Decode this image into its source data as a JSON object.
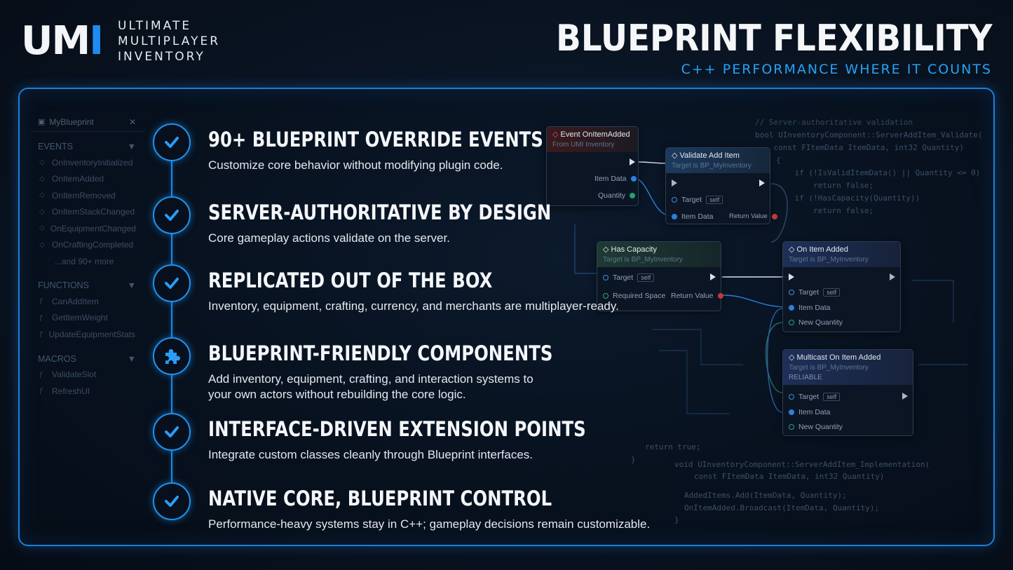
{
  "header": {
    "logo_mark_white": "UM",
    "logo_mark_blue": "I",
    "logo_lines": [
      "ULTIMATE",
      "MULTIPLAYER",
      "INVENTORY"
    ],
    "title": "BLUEPRINT FLEXIBILITY",
    "subtitle": "C++ PERFORMANCE WHERE IT COUNTS"
  },
  "sidebar": {
    "tab": "MyBlueprint",
    "close": "✕",
    "sections": [
      {
        "label": "EVENTS",
        "items": [
          "OnInventoryInitialized",
          "OnItemAdded",
          "OnItemRemoved",
          "OnItemStackChanged",
          "OnEquipmentChanged",
          "OnCraftingCompleted"
        ],
        "more": "...and 90+ more"
      },
      {
        "label": "FUNCTIONS",
        "items": [
          "CanAddItem",
          "GetItemWeight",
          "UpdateEquipmentStats"
        ]
      },
      {
        "label": "MACROS",
        "items": [
          "ValidateSlot",
          "RefreshUI"
        ]
      }
    ]
  },
  "features": [
    {
      "icon": "check",
      "title": "90+ BLUEPRINT OVERRIDE EVENTS",
      "desc": [
        "Customize core behavior without modifying plugin code."
      ]
    },
    {
      "icon": "check",
      "title": "SERVER-AUTHORITATIVE BY DESIGN",
      "desc": [
        "Core gameplay actions validate on the server."
      ]
    },
    {
      "icon": "check",
      "title": "REPLICATED OUT OF THE BOX",
      "desc": [
        "Inventory, equipment, crafting, currency, and merchants are multiplayer-ready."
      ]
    },
    {
      "icon": "puzzle",
      "title": "BLUEPRINT-FRIENDLY COMPONENTS",
      "desc": [
        "Add inventory, equipment, crafting, and interaction systems to",
        "your own actors without rebuilding the core logic."
      ]
    },
    {
      "icon": "check",
      "title": "INTERFACE-DRIVEN EXTENSION POINTS",
      "desc": [
        "Integrate custom classes cleanly through Blueprint interfaces."
      ]
    },
    {
      "icon": "check",
      "title": "NATIVE CORE, BLUEPRINT CONTROL",
      "desc": [
        "Performance-heavy systems stay in C++; gameplay decisions remain customizable."
      ]
    }
  ],
  "code": {
    "top": [
      "// Server-authoritative validation",
      "bool UInventoryComponent::ServerAddItem_Validate(",
      "    const FItemData ItemData, int32 Quantity)",
      "{",
      "",
      "    if (!IsValidItemData() || Quantity <= 0)",
      "        return false;",
      "",
      "    if (!HasCapacity(Quantity))",
      "        return false;"
    ],
    "bottom": [
      "return true;",
      "}",
      "void UInventoryComponent::ServerAddItem_Implementation(",
      "const FItemData ItemData, int32 Quantity)",
      "AddedItems.Add(ItemData, Quantity);",
      "OnItemAdded.Broadcast(ItemData, Quantity);",
      "}"
    ]
  },
  "nodes": {
    "event": {
      "title": "Event OnItemAdded",
      "sub": "From UMI Inventory",
      "pins": [
        "Item Data",
        "Quantity"
      ]
    },
    "validate": {
      "title": "Validate Add Item",
      "sub": "Target is BP_MyInventory",
      "target": "Target",
      "self": "self",
      "item_data": "Item Data",
      "return": "Return Value"
    },
    "capacity": {
      "title": "Has Capacity",
      "sub": "Target is BP_MyInventory",
      "target": "Target",
      "self": "self",
      "space": "Required Space",
      "return": "Return Value"
    },
    "on_item_added": {
      "title": "On Item Added",
      "sub": "Target is BP_MyInventory",
      "target": "Target",
      "self": "self",
      "item_data": "Item Data",
      "quantity": "New Quantity"
    },
    "multicast": {
      "title": "Multicast On Item Added",
      "sub": "Target is BP_MyInventory",
      "badge": "RELIABLE",
      "target": "Target",
      "self": "self",
      "item_data": "Item Data",
      "quantity": "New Quantity"
    }
  }
}
